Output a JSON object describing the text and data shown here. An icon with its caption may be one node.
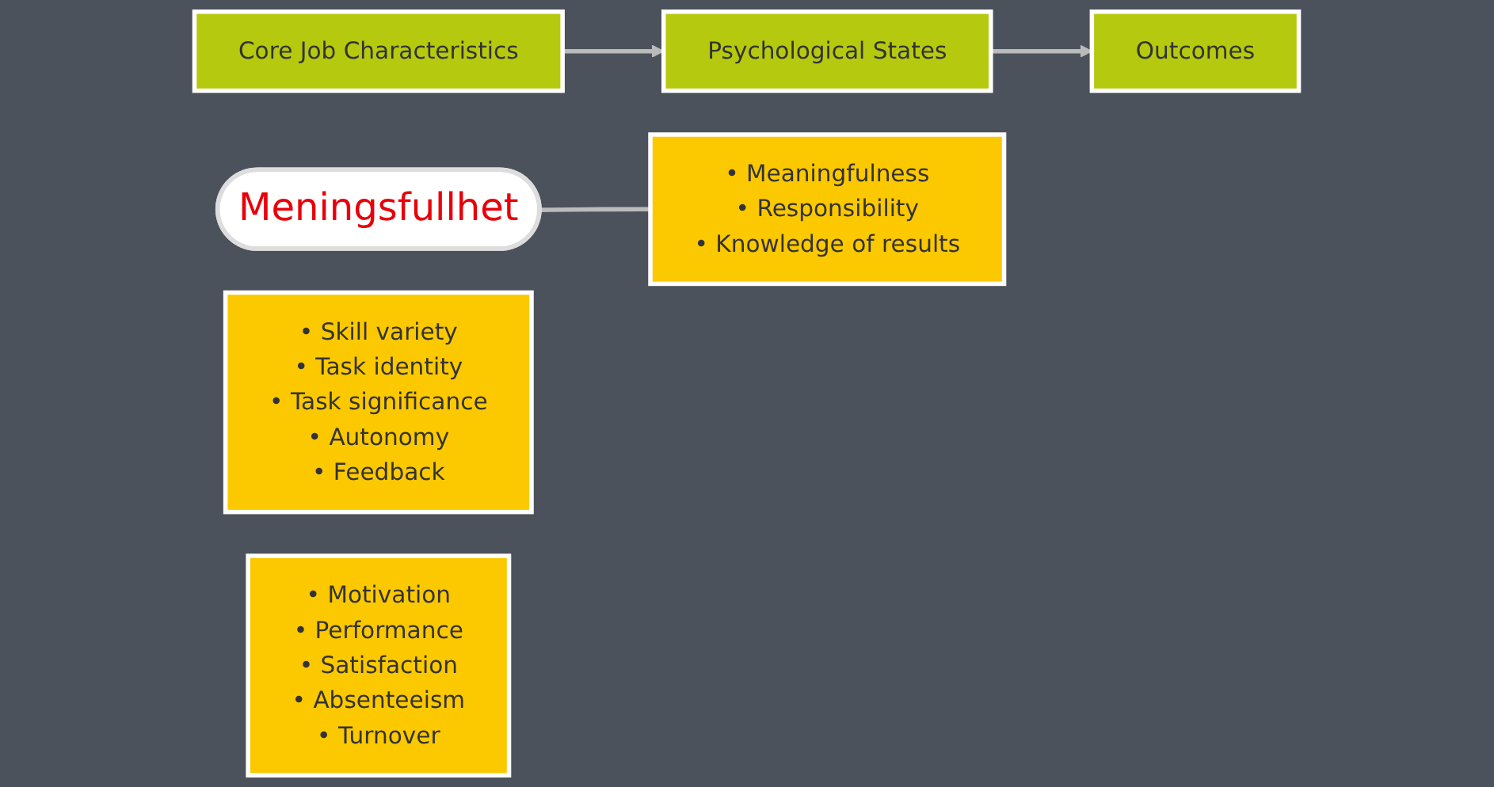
{
  "diagram": {
    "nodes": [
      {
        "text": [
          "Meningsfullhet"
        ]
      },
      {
        "text": [
          "Core Job Characteristics"
        ]
      },
      {
        "text": [
          "• Skill variety",
          "• Task identity",
          "• Task significance",
          "• Autonomy",
          "• Feedback"
        ]
      },
      {
        "text": [
          "Psychological States"
        ]
      },
      {
        "text": [
          "• Meaningfulness",
          "• Responsibility",
          "• Knowledge of results"
        ]
      },
      {
        "text": [
          "Outcomes"
        ]
      },
      {
        "text": [
          "• Motivation",
          "• Performance",
          "• Satisfaction",
          "• Absenteeism",
          "• Turnover"
        ]
      }
    ],
    "edges": [
      {
        "from": 1,
        "to": 3,
        "arrow": "to"
      },
      {
        "from": 3,
        "to": 5,
        "arrow": "to"
      },
      {
        "from": 0,
        "to": 4,
        "arrow": "none"
      }
    ]
  }
}
